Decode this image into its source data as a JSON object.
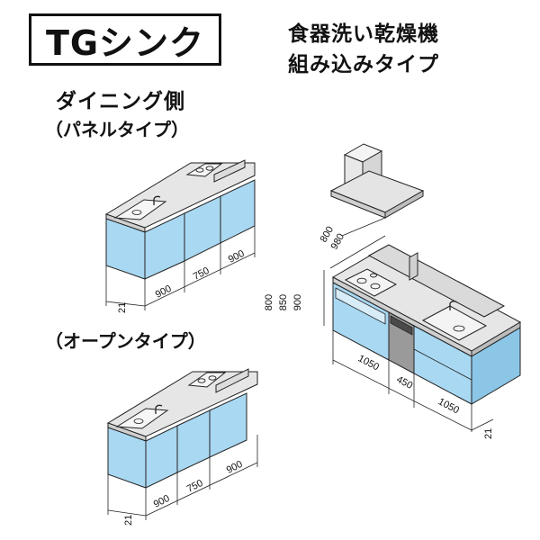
{
  "title": "TGシンク",
  "dishwasher_title": {
    "line1": "食器洗い乾燥機",
    "line2": "組み込みタイプ"
  },
  "dining_label": "ダイニング側",
  "panel_type_label": "（パネルタイプ）",
  "open_type_label": "（オープンタイプ）",
  "panel_dims": {
    "depth": "21",
    "widths": [
      "900",
      "750",
      "900"
    ]
  },
  "open_dims": {
    "depth": "21",
    "widths": [
      "900",
      "750",
      "900"
    ]
  },
  "dw_dims": {
    "hood_heights": [
      "800",
      "980"
    ],
    "counter_heights": [
      "800",
      "850",
      "900"
    ],
    "widths": [
      "1050",
      "450",
      "1050"
    ],
    "depth": "21"
  },
  "colors": {
    "cabinet": "#a9d8f2",
    "cabinet_dark": "#8cc6e6",
    "counter": "#e2e2e2",
    "line": "#222222"
  }
}
